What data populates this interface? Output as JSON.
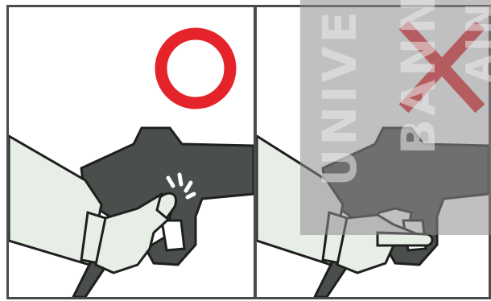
{
  "illustration": {
    "left_panel": {
      "mark_icon": "circle-correct-icon",
      "mark_color": "#e5232a"
    },
    "right_panel": {
      "mark_icon": "cross-wrong-icon",
      "mark_color": "#e5232a"
    },
    "gun_color": "#4a4f4b",
    "glove_color": "#e6eee6",
    "outline_color": "#1f1f1f"
  },
  "watermark": {
    "text_1": "UNIVE",
    "text_2": "BANN",
    "text_3": "AIN"
  }
}
